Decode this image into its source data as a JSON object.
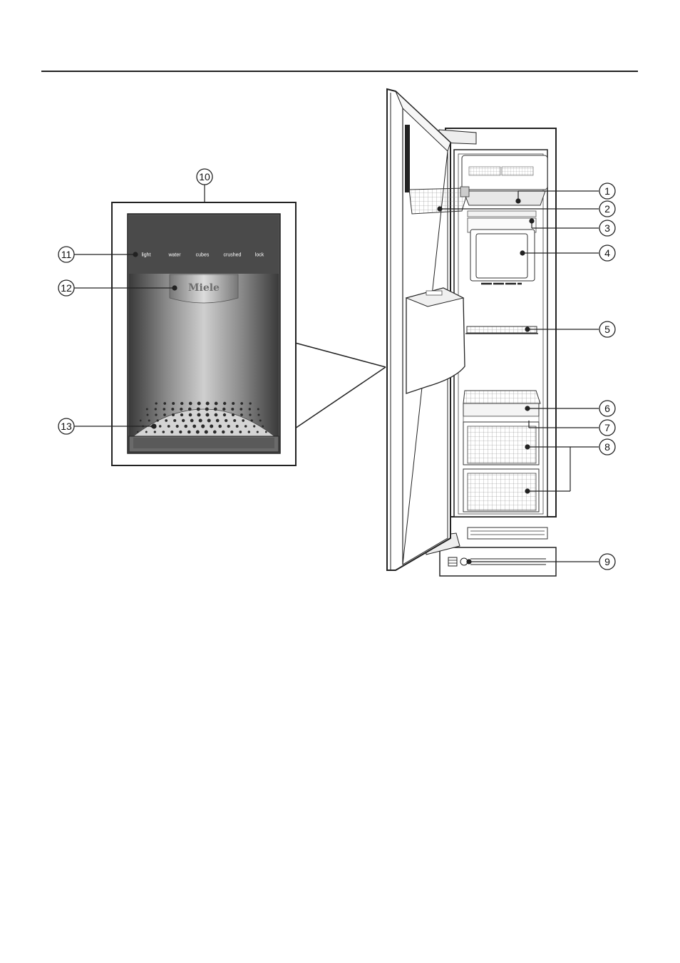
{
  "dispenser": {
    "panel_labels": [
      "light",
      "water",
      "cubes",
      "crushed",
      "lock"
    ],
    "logo": "Miele"
  },
  "callouts": [
    "1",
    "2",
    "3",
    "4",
    "5",
    "6",
    "7",
    "8",
    "9",
    "10",
    "11",
    "12",
    "13"
  ]
}
